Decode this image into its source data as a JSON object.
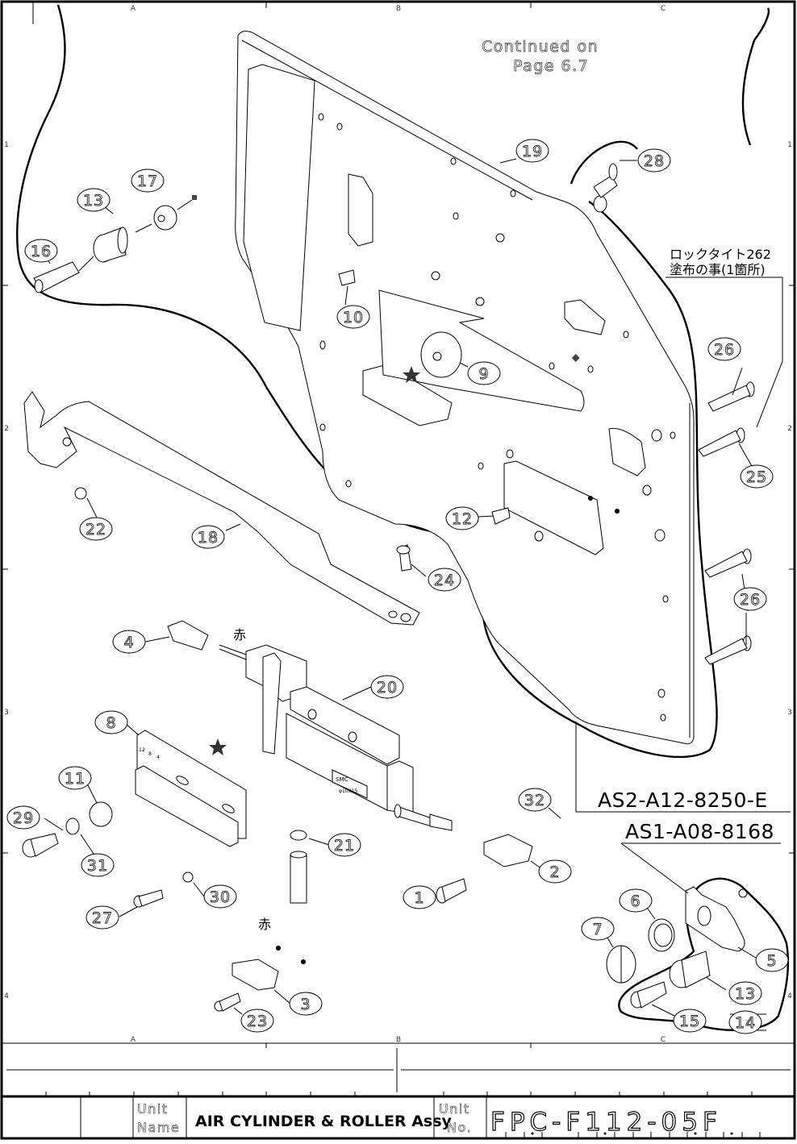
{
  "drawing": {
    "title_note": {
      "line1": "Continued on",
      "line2": "Page 6.7"
    },
    "loctite_note": {
      "line1": "ロックタイト262",
      "line2": "塗布の事(1箇所)"
    },
    "red_wire_label": "赤",
    "assemblies": {
      "main": "AS2-A12-8250-E",
      "sub": "AS1-A08-8168"
    },
    "cylinder_marking": {
      "brand": "SMC",
      "size": "φ10X15"
    },
    "plate_markings": [
      "12",
      "8",
      "4"
    ],
    "zones": {
      "columns": [
        "A",
        "B",
        "C"
      ],
      "rows": [
        "1",
        "2",
        "3",
        "4"
      ]
    },
    "balloons": [
      {
        "id": "b1",
        "label": "1"
      },
      {
        "id": "b2",
        "label": "2"
      },
      {
        "id": "b3",
        "label": "3"
      },
      {
        "id": "b4",
        "label": "4"
      },
      {
        "id": "b5",
        "label": "5"
      },
      {
        "id": "b6",
        "label": "6"
      },
      {
        "id": "b7",
        "label": "7"
      },
      {
        "id": "b8",
        "label": "8"
      },
      {
        "id": "b9",
        "label": "9"
      },
      {
        "id": "b10",
        "label": "10"
      },
      {
        "id": "b11",
        "label": "11"
      },
      {
        "id": "b12",
        "label": "12"
      },
      {
        "id": "b13a",
        "label": "13"
      },
      {
        "id": "b13b",
        "label": "13"
      },
      {
        "id": "b14",
        "label": "14"
      },
      {
        "id": "b15",
        "label": "15"
      },
      {
        "id": "b16",
        "label": "16"
      },
      {
        "id": "b17",
        "label": "17"
      },
      {
        "id": "b18",
        "label": "18"
      },
      {
        "id": "b19",
        "label": "19"
      },
      {
        "id": "b20",
        "label": "20"
      },
      {
        "id": "b21",
        "label": "21"
      },
      {
        "id": "b22",
        "label": "22"
      },
      {
        "id": "b23",
        "label": "23"
      },
      {
        "id": "b24",
        "label": "24"
      },
      {
        "id": "b25",
        "label": "25"
      },
      {
        "id": "b26a",
        "label": "26"
      },
      {
        "id": "b26b",
        "label": "26"
      },
      {
        "id": "b27",
        "label": "27"
      },
      {
        "id": "b28",
        "label": "28"
      },
      {
        "id": "b29",
        "label": "29"
      },
      {
        "id": "b30",
        "label": "30"
      },
      {
        "id": "b31",
        "label": "31"
      },
      {
        "id": "b32",
        "label": "32"
      }
    ]
  },
  "title_block": {
    "unit_name_label_1": "Unit",
    "unit_name_label_2": "Name",
    "unit_name": "AIR CYLINDER & ROLLER Assy",
    "unit_no_label_1": "Unit",
    "unit_no_label_2": "No.",
    "unit_no": "FPC-F112-05F"
  }
}
